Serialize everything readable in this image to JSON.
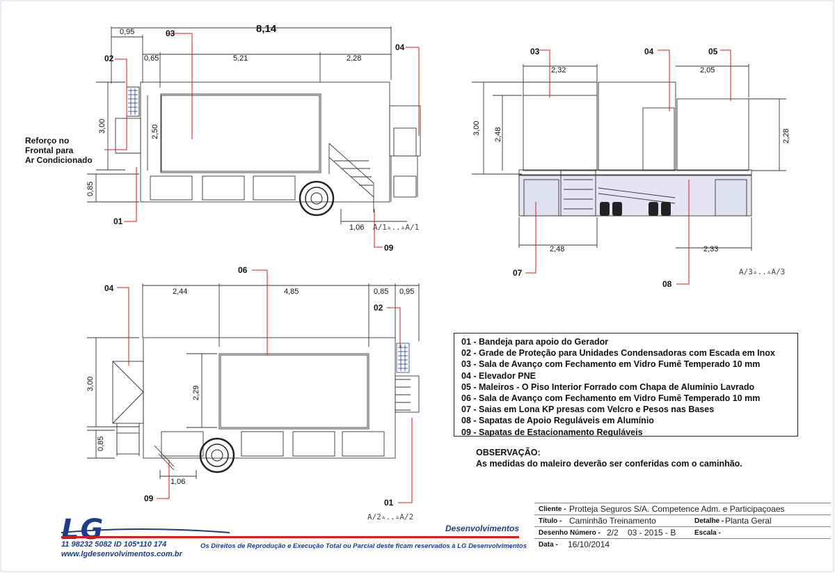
{
  "drawing": {
    "top_left": {
      "overall": "8,14",
      "d1": "0,95",
      "d2": "0,65",
      "d3": "5,21",
      "d4": "2,28",
      "h1": "3,00",
      "h2": "2,50",
      "h3": "0,85",
      "d5": "1,06",
      "view": "A/1▵..▵A/1",
      "tags": [
        "02",
        "03",
        "04",
        "01",
        "09"
      ]
    },
    "top_right": {
      "d1": "2,32",
      "d2": "2,05",
      "h1": "3,00",
      "h2": "2,48",
      "h3": "2,28",
      "d3": "2,48",
      "d4": "2,33",
      "view": "A/3▵..▵A/3",
      "tags": [
        "03",
        "04",
        "05",
        "07",
        "08"
      ]
    },
    "bottom_left": {
      "d1": "2,44",
      "d2": "4,85",
      "d3": "0,85",
      "d4": "0,95",
      "h1": "3,00",
      "h2": "2,29",
      "h3": "0,85",
      "d5": "1,06",
      "view": "A/2▵..▵A/2",
      "tags": [
        "04",
        "06",
        "02",
        "09",
        "01"
      ]
    }
  },
  "reforco": [
    "Reforço no",
    "Frontal para",
    "Ar Condicionado"
  ],
  "legend": [
    "01 - Bandeja para apoio do Gerador",
    "02 - Grade de Proteção para Unidades Condensadoras com Escada em Inox",
    "03 - Sala de Avanço com Fechamento em Vidro Fumê Temperado 10 mm",
    "04 - Elevador PNE",
    "05 - Maleiros - O Piso Interior  Forrado com Chapa de Alumínio Lavrado",
    "06 - Sala de Avanço com Fechamento em Vidro Fumê Temperado 10 mm",
    "07 - Saias em Lona KP presas com Velcro e Pesos nas Bases",
    "08 - Sapatas de Apoio Reguláveis em Alumínio",
    "09 - Sapatas de  Estacionamento Reguláveis"
  ],
  "observacao": {
    "title": "OBSERVAÇÃO:",
    "text": "As medidas do maleiro deverão ser conferidas com o caminhão."
  },
  "title_block": {
    "cliente_label": "Cliente -",
    "cliente": "Protteja Seguros S/A. Competence Adm. e Participaçoaes",
    "titulo_label": "Título -",
    "titulo": "Caminhão Treinamento",
    "detalhe_label": "Detalhe -",
    "detalhe": "Planta Geral",
    "desenho_label": "Desenho Número -",
    "desenho": "2/2",
    "revisao": "03 - 2015 - B",
    "escala_label": "Escala -",
    "escala": "",
    "data_label": "Data -",
    "data": "16/10/2014"
  },
  "brand": {
    "logo": "LG",
    "desenvolvimentos": "Desenvolvimentos",
    "phone": "11 98232 5082 ID 105*110 174",
    "site": "www.lgdesenvolvimentos.com.br",
    "rights": "Os Direitos de Reprodução e Execução Total ou Parcial  deste ficam reservados à LG Desenvolvimentos",
    "brand_color": "#1c3d8c",
    "accent_color": "#d21e1e",
    "callout_color": "#d21e1e"
  }
}
